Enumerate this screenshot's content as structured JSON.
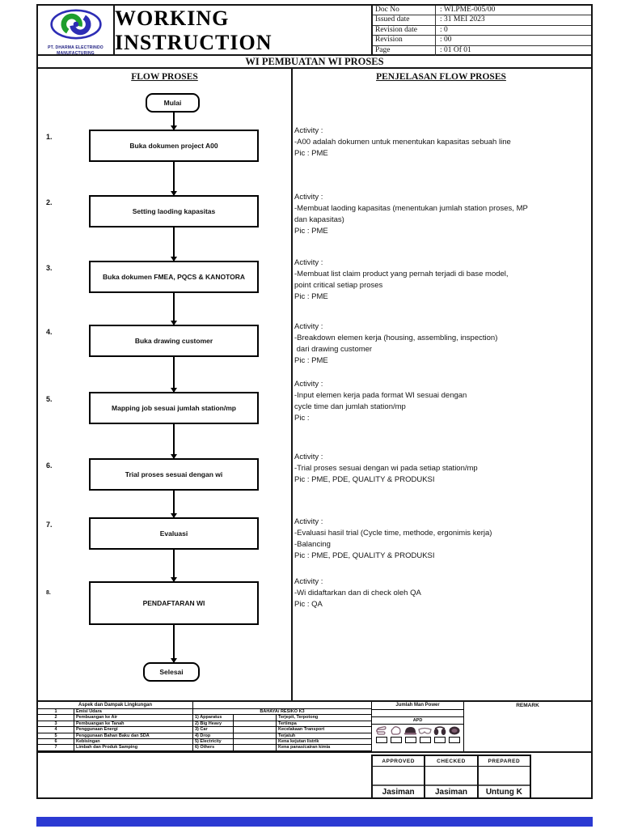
{
  "header": {
    "company_line1": "PT. DHARMA ELECTRINDO",
    "company_line2": "MANUFACTURING",
    "title": "WORKING INSTRUCTION",
    "doc_info": [
      {
        "label": "Doc No",
        "value": ": WI.PME-005/00"
      },
      {
        "label": "Issued date",
        "value": ": 31 MEI 2023"
      },
      {
        "label": "Revision date",
        "value": ": 0"
      },
      {
        "label": "Revision",
        "value": ": 00"
      },
      {
        "label": "Page",
        "value": ": 01 Of 01"
      }
    ]
  },
  "subtitle": "WI PEMBUATAN WI PROSES",
  "columns": {
    "left": "FLOW PROSES",
    "right": "PENJELASAN FLOW PROSES"
  },
  "flow": {
    "start": "Mulai",
    "end": "Selesai",
    "steps": [
      {
        "no": "1.",
        "box": "Buka dokumen project A00",
        "lines": [
          "Activity :",
          "-A00 adalah dokumen untuk menentukan kapasitas sebuah line",
          "Pic : PME"
        ]
      },
      {
        "no": "2.",
        "box": "Setting laoding kapasitas",
        "lines": [
          "Activity :",
          "-Membuat laoding kapasitas (menentukan jumlah station proses, MP",
          "dan kapasitas)",
          "Pic : PME"
        ]
      },
      {
        "no": "3.",
        "box": "Buka dokumen FMEA, PQCS & KANOTORA",
        "lines": [
          "Activity :",
          "-Membuat list claim product yang pernah terjadi di base model,",
          "point critical setiap proses",
          "Pic : PME"
        ]
      },
      {
        "no": "4.",
        "box": "Buka drawing customer",
        "lines": [
          "Activity :",
          "-Breakdown elemen kerja (housing, assembling, inspection)",
          " dari drawing customer",
          "Pic : PME"
        ]
      },
      {
        "no": "5.",
        "box": "Mapping job sesuai jumlah station/mp",
        "lines": [
          "Activity :",
          "-Input elemen kerja pada format WI sesuai dengan",
          "cycle time dan jumlah station/mp",
          "Pic :"
        ]
      },
      {
        "no": "6.",
        "box": "Trial proses sesuai dengan wi",
        "lines": [
          "Activity :",
          "-Trial proses sesuai dengan wi pada setiap station/mp",
          "Pic : PME, PDE, QUALITY & PRODUKSI"
        ]
      },
      {
        "no": "7.",
        "box": "Evaluasi",
        "lines": [
          "Activity :",
          "-Evaluasi hasil trial (Cycle time, methode, ergonimis kerja)",
          "-Balancing",
          "Pic : PME, PDE, QUALITY & PRODUKSI"
        ]
      },
      {
        "no": "8.",
        "box": "PENDAFTARAN WI",
        "lines": [
          "Activity :",
          "-Wi didaftarkan dan di check oleh QA",
          "Pic : QA"
        ]
      }
    ]
  },
  "bottom": {
    "aspek_title": "Aspek dan Dampak Lingkungan",
    "aspek": [
      {
        "no": "1",
        "label": "Emisi Udara"
      },
      {
        "no": "2",
        "label": "Pembuangan ke Air"
      },
      {
        "no": "3",
        "label": "Pembuangan ke Tanah"
      },
      {
        "no": "4",
        "label": "Penggunaan Energi"
      },
      {
        "no": "5",
        "label": "Penggunaan Bahan Baku dan SDA"
      },
      {
        "no": "6",
        "label": "Kebisingan"
      },
      {
        "no": "7",
        "label": "Limbah dan Produk Samping"
      }
    ],
    "bahaya_title": "BAHAYA/ RESIKO K3",
    "bahaya": [
      {
        "name": "1) Apparatus",
        "risk": "Terjepit, Terpotong"
      },
      {
        "name": "2) Big Heavy",
        "risk": "Tertimpa"
      },
      {
        "name": "3) Car",
        "risk": "Kecelakaan Transport"
      },
      {
        "name": "4) Drop",
        "risk": "Terjatuh"
      },
      {
        "name": "5) Electricity",
        "risk": "Kena kejutan listrik"
      },
      {
        "name": "6) Others",
        "risk": "Kena panas/cairan kimia"
      }
    ],
    "man_power_title": "Jumlah Man Power",
    "apd_label": "APD",
    "remark_title": "REMARK",
    "apd_icons": [
      "pointing-glove-icon",
      "mitten-glove-icon",
      "cap-icon",
      "goggles-icon",
      "earmuff-icon",
      "mask-icon"
    ]
  },
  "approval": {
    "headers": [
      "APPROVED",
      "CHECKED",
      "PREPARED"
    ],
    "names": [
      "Jasiman",
      "Jasiman",
      "Untung K"
    ]
  },
  "colors": {
    "footer_bar": "#2b3ad2",
    "logo_blue": "#2d2db5",
    "logo_green": "#1f9e2e",
    "apd_icon": "#7d5b6e",
    "apd_icon_dark": "#3a2a34"
  }
}
